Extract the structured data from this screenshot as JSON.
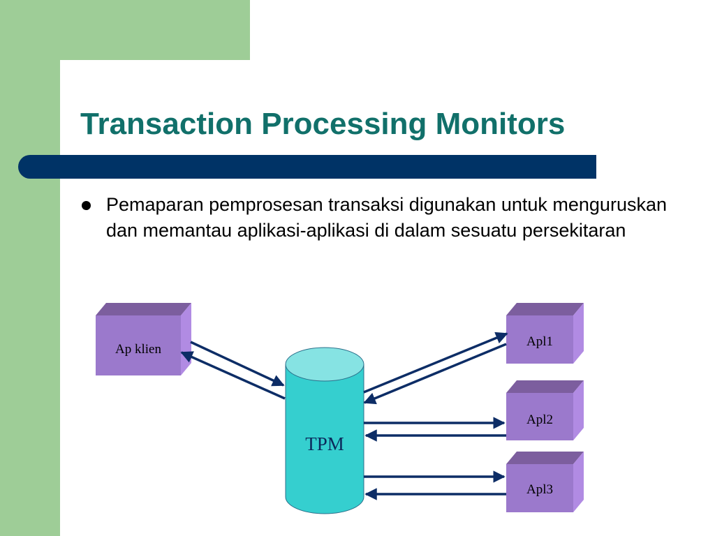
{
  "slide": {
    "title": "Transaction Processing Monitors",
    "bullet": "Pemaparan pemprosesan transaksi digunakan untuk menguruskan dan memantau aplikasi-aplikasi di dalam sesuatu persekitaran"
  },
  "diagram": {
    "client_label": "Ap klien",
    "tpm_label": "TPM",
    "apps": [
      "Apl1",
      "Apl2",
      "Apl3"
    ]
  },
  "colors": {
    "accent_green": "#9ecd97",
    "title_teal": "#11706a",
    "bar_navy": "#003366",
    "box_purple": "#9b79cc",
    "cylinder_cyan": "#35cfcf",
    "arrow_navy": "#0d2d66"
  }
}
